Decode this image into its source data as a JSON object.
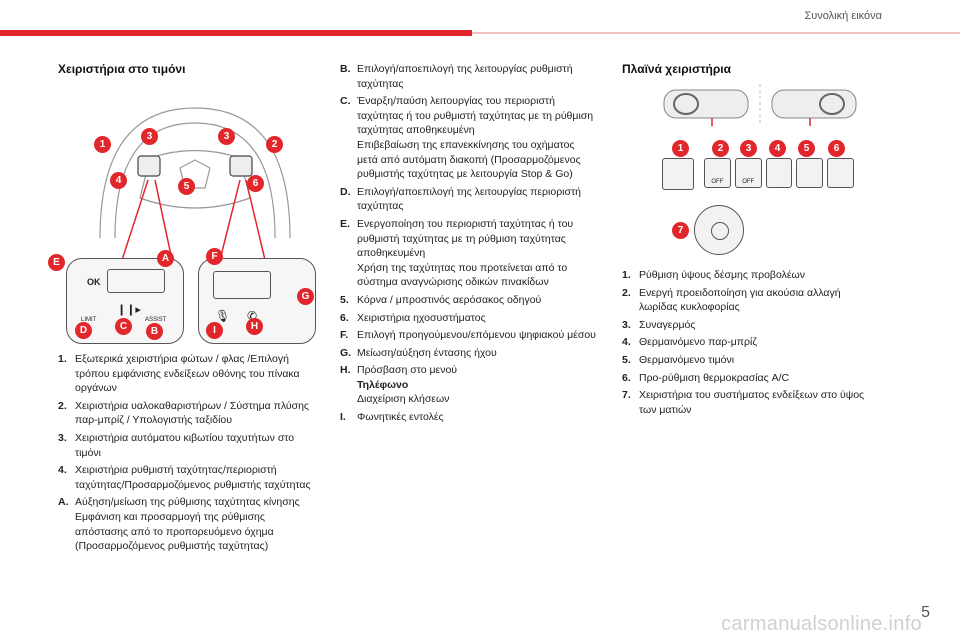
{
  "header": {
    "section": "Συνολική εικόνα",
    "page_number": "5"
  },
  "watermark": "carmanualsonline.info",
  "left": {
    "title": "Χειριστήρια στο τιμόνι",
    "callouts_numbers": [
      "1",
      "2",
      "3",
      "3",
      "4",
      "5",
      "6"
    ],
    "callouts_letters": [
      "A",
      "B",
      "C",
      "D",
      "E",
      "F",
      "G",
      "H",
      "I"
    ],
    "switch_labels": {
      "ok": "OK",
      "limit": "LIMIT",
      "assist": "ASSIST"
    },
    "items": [
      {
        "key": "1.",
        "lines": [
          "Εξωτερικά χειριστήρια φώτων / φλας /Επιλογή",
          "τρόπου εμφάνισης ενδείξεων οθόνης του πίνακα",
          "οργάνων"
        ]
      },
      {
        "key": "2.",
        "lines": [
          "Χειριστήρια υαλοκαθαριστήρων / Σύστημα πλύσης",
          "παρ-μπρίζ / Υπολογιστής ταξιδίου"
        ]
      },
      {
        "key": "3.",
        "lines": [
          "Χειριστήρια αυτόματου κιβωτίου ταχυτήτων στο",
          "τιμόνι"
        ]
      },
      {
        "key": "4.",
        "lines": [
          "Χειριστήρια ρυθμιστή ταχύτητας/περιοριστή",
          "ταχύτητας/Προσαρμοζόμενος ρυθμιστής ταχύτητας"
        ]
      },
      {
        "key": "A.",
        "lines": [
          "Αύξηση/μείωση της ρύθμισης ταχύτητας κίνησης",
          "Εμφάνιση και προσαρμογή της ρύθμισης",
          "απόστασης από το προπορευόμενο όχημα",
          "(Προσαρμοζόμενος ρυθμιστής ταχύτητας)"
        ]
      }
    ]
  },
  "middle": {
    "items": [
      {
        "key": "B.",
        "lines": [
          "Επιλογή/αποεπιλογή της λειτουργίας ρυθμιστή",
          "ταχύτητας"
        ]
      },
      {
        "key": "C.",
        "lines": [
          "Έναρξη/παύση λειτουργίας του περιοριστή",
          "ταχύτητας ή του ρυθμιστή ταχύτητας με τη ρύθμιση",
          "ταχύτητας αποθηκευμένη",
          "Επιβεβαίωση της επανεκκίνησης του οχήματος",
          "μετά από αυτόματη διακοπή (Προσαρμοζόμενος",
          "ρυθμιστής ταχύτητας με λειτουργία Stop & Go)"
        ]
      },
      {
        "key": "D.",
        "lines": [
          "Επιλογή/αποεπιλογή της λειτουργίας περιοριστή",
          "ταχύτητας"
        ]
      },
      {
        "key": "E.",
        "lines": [
          "Ενεργοποίηση του περιοριστή ταχύτητας ή του",
          "ρυθμιστή ταχύτητας με τη ρύθμιση ταχύτητας",
          "αποθηκευμένη",
          "Χρήση της ταχύτητας που προτείνεται από το",
          "σύστημα αναγνώρισης οδικών πινακίδων"
        ]
      },
      {
        "key": "5.",
        "lines": [
          "Κόρνα / μπροστινός αερόσακος οδηγού"
        ]
      },
      {
        "key": "6.",
        "lines": [
          "Χειριστήρια ηχοσυστήματος"
        ]
      },
      {
        "key": "F.",
        "lines": [
          "Επιλογή προηγούμενου/επόμενου ψηφιακού μέσου"
        ]
      },
      {
        "key": "G.",
        "lines": [
          "Μείωση/αύξηση έντασης ήχου"
        ]
      },
      {
        "key": "H.",
        "lines": [
          "Πρόσβαση στο μενού "
        ],
        "bold": "Τηλέφωνο",
        "extra": [
          "Διαχείριση κλήσεων"
        ]
      },
      {
        "key": "I.",
        "lines": [
          "Φωνητικές εντολές"
        ]
      }
    ]
  },
  "right": {
    "title": "Πλαϊνά χειριστήρια",
    "callouts": [
      "1",
      "2",
      "3",
      "4",
      "5",
      "6",
      "7"
    ],
    "button_labels": {
      "off": "OFF",
      "off_esc": "OFF"
    },
    "items": [
      {
        "key": "1.",
        "lines": [
          "Ρύθμιση ύψους δέσμης προβολέων"
        ]
      },
      {
        "key": "2.",
        "lines": [
          "Ενεργή προειδοποίηση για ακούσια αλλαγή",
          "λωρίδας κυκλοφορίας"
        ]
      },
      {
        "key": "3.",
        "lines": [
          "Συναγερμός"
        ]
      },
      {
        "key": "4.",
        "lines": [
          "Θερμαινόμενο παρ-μπρίζ"
        ]
      },
      {
        "key": "5.",
        "lines": [
          "Θερμαινόμενο τιμόνι"
        ]
      },
      {
        "key": "6.",
        "lines": [
          "Προ-ρύθμιση θερμοκρασίας A/C"
        ]
      },
      {
        "key": "7.",
        "lines": [
          "Χειριστήρια του συστήματος ενδείξεων στο ύψος",
          "των ματιών"
        ]
      }
    ]
  },
  "colors": {
    "accent": "#e1262c",
    "line": "#444444",
    "panel": "#f2f2f2"
  }
}
